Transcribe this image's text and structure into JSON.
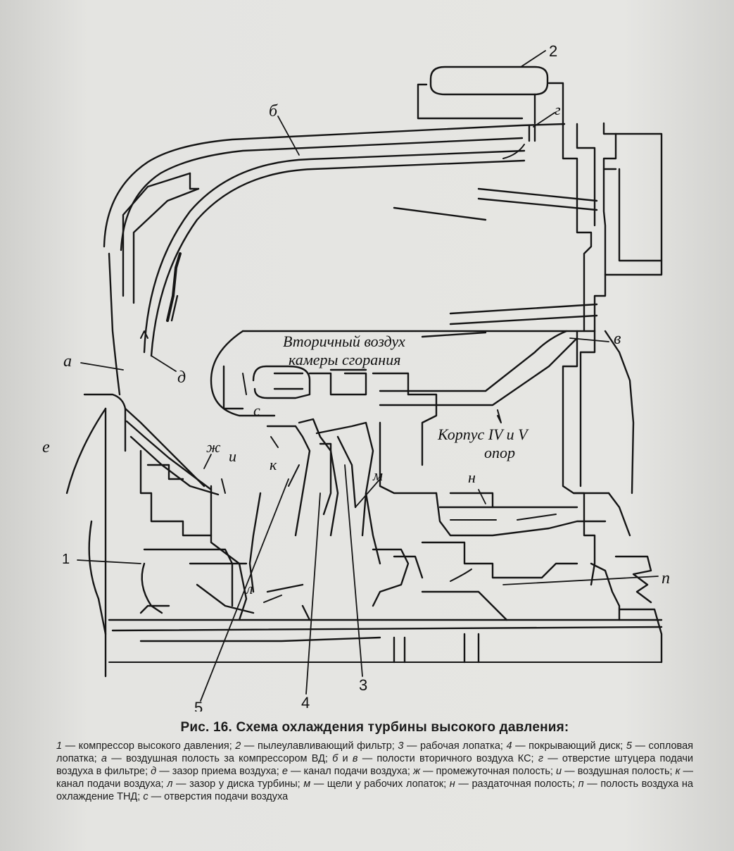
{
  "figure": {
    "number": "Рис. 16.",
    "title": "Схема охлаждения турбины высокого давления:"
  },
  "annotations": {
    "secondary_air": "Вторичный воздух",
    "combustion_chamber": "камеры сгорания",
    "housing": "Корпус IV и V",
    "supports": "опор"
  },
  "callouts": {
    "n1": "1",
    "n2": "2",
    "n3": "3",
    "n4": "4",
    "n5": "5",
    "a": "а",
    "b": "б",
    "v": "в",
    "g": "г",
    "d": "д",
    "e": "е",
    "zh": "ж",
    "i": "и",
    "k": "к",
    "l": "л",
    "m": "м",
    "n": "н",
    "p": "п",
    "s": "с"
  },
  "legend": [
    {
      "key": "1",
      "text": " — компрессор высокого давления; "
    },
    {
      "key": "2",
      "text": " — пылеулавливающий фильтр; "
    },
    {
      "key": "3",
      "text": " — рабочая лопатка; "
    },
    {
      "key": "4",
      "text": " — покрывающий диск; "
    },
    {
      "key": "5",
      "text": " — сопловая лопатка; "
    },
    {
      "key": "а",
      "text": " — воздушная полость за компрессором ВД; "
    },
    {
      "key": "б",
      "text": " и "
    },
    {
      "key": "в",
      "text": " — полости вторичного воздуха КС; "
    },
    {
      "key": "г",
      "text": " — отверстие штуцера подачи воздуха в фильтре; "
    },
    {
      "key": "д",
      "text": " — зазор приема воздуха; "
    },
    {
      "key": "е",
      "text": " — канал подачи воздуха; "
    },
    {
      "key": "ж",
      "text": " — промежуточная полость; "
    },
    {
      "key": "и",
      "text": " — воздушная полость; "
    },
    {
      "key": "к",
      "text": " — канал подачи воздуха; "
    },
    {
      "key": "л",
      "text": " — зазор у диска турбины; "
    },
    {
      "key": "м",
      "text": " — щели у рабочих лопаток; "
    },
    {
      "key": "н",
      "text": " — раздаточная полость; "
    },
    {
      "key": "п",
      "text": " — полость воздуха на охлаждение ТНД; "
    },
    {
      "key": "с",
      "text": " — отверстия подачи воздуха"
    }
  ]
}
